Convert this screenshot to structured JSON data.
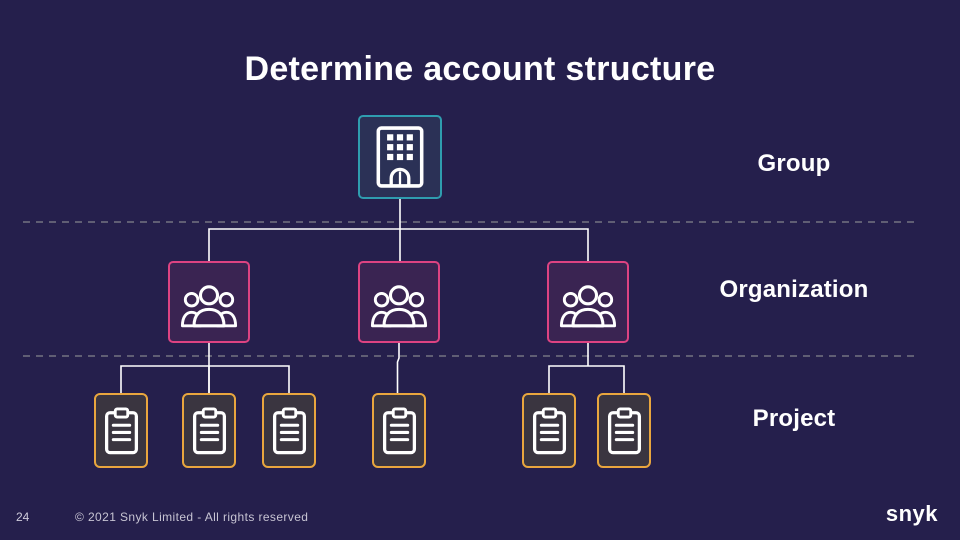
{
  "slide": {
    "title": "Determine account structure",
    "page_number": "24",
    "copyright": "© 2021 Snyk Limited - All rights reserved",
    "logo_text": "snyk",
    "background_color": "#251f4c"
  },
  "diagram": {
    "levels": [
      {
        "id": "group",
        "label": "Group",
        "icon": "building-icon",
        "border_color": "#2f9daf",
        "fill_color": "#2b3156"
      },
      {
        "id": "organization",
        "label": "Organization",
        "icon": "team-icon",
        "border_color": "#dd4382",
        "fill_color": "#3a2452"
      },
      {
        "id": "project",
        "label": "Project",
        "icon": "clipboard-icon",
        "border_color": "#e9a63e",
        "fill_color": "#3a3540"
      }
    ],
    "structure": {
      "group_count": 1,
      "organizations": [
        {
          "project_count": 3
        },
        {
          "project_count": 1
        },
        {
          "project_count": 2
        }
      ]
    },
    "connector_color": "#ffffff",
    "separator_color": "#83838d",
    "icon_color": "#ffffff"
  }
}
